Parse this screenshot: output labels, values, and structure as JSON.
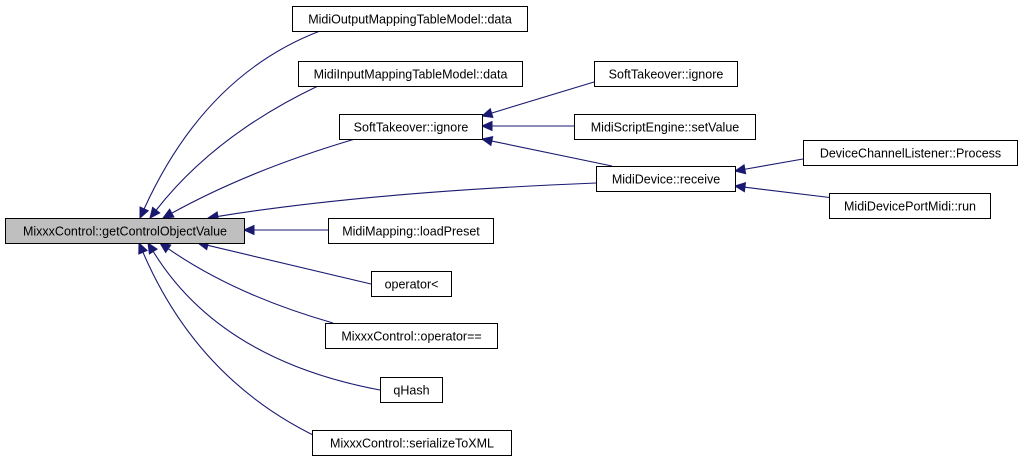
{
  "colors": {
    "edge": "#191970",
    "root_fill": "#bfbfbf",
    "node_fill": "#ffffff",
    "border": "#000000"
  },
  "nodes": [
    {
      "id": "root",
      "label": "MixxxControl::getControlObjectValue",
      "root": true
    },
    {
      "id": "outmap",
      "label": "MidiOutputMappingTableModel::data"
    },
    {
      "id": "inmap",
      "label": "MidiInputMappingTableModel::data"
    },
    {
      "id": "soft2",
      "label": "SoftTakeover::ignore"
    },
    {
      "id": "soft1",
      "label": "SoftTakeover::ignore"
    },
    {
      "id": "script",
      "label": "MidiScriptEngine::setValue"
    },
    {
      "id": "receive",
      "label": "MidiDevice::receive"
    },
    {
      "id": "process",
      "label": "DeviceChannelListener::Process"
    },
    {
      "id": "portmidi",
      "label": "MidiDevicePortMidi::run"
    },
    {
      "id": "mapping",
      "label": "MidiMapping::loadPreset"
    },
    {
      "id": "oplt",
      "label": "operator<"
    },
    {
      "id": "opeq",
      "label": "MixxxControl::operator=="
    },
    {
      "id": "qhash",
      "label": "qHash"
    },
    {
      "id": "serialize",
      "label": "MixxxControl::serializeToXML"
    }
  ],
  "edges": [
    {
      "from": "outmap",
      "to": "root"
    },
    {
      "from": "inmap",
      "to": "root"
    },
    {
      "from": "soft1",
      "to": "root"
    },
    {
      "from": "receive",
      "to": "root"
    },
    {
      "from": "mapping",
      "to": "root"
    },
    {
      "from": "oplt",
      "to": "root"
    },
    {
      "from": "opeq",
      "to": "root"
    },
    {
      "from": "qhash",
      "to": "root"
    },
    {
      "from": "serialize",
      "to": "root"
    },
    {
      "from": "soft2",
      "to": "soft1"
    },
    {
      "from": "script",
      "to": "soft1"
    },
    {
      "from": "receive",
      "to": "soft1"
    },
    {
      "from": "process",
      "to": "receive"
    },
    {
      "from": "portmidi",
      "to": "receive"
    }
  ]
}
